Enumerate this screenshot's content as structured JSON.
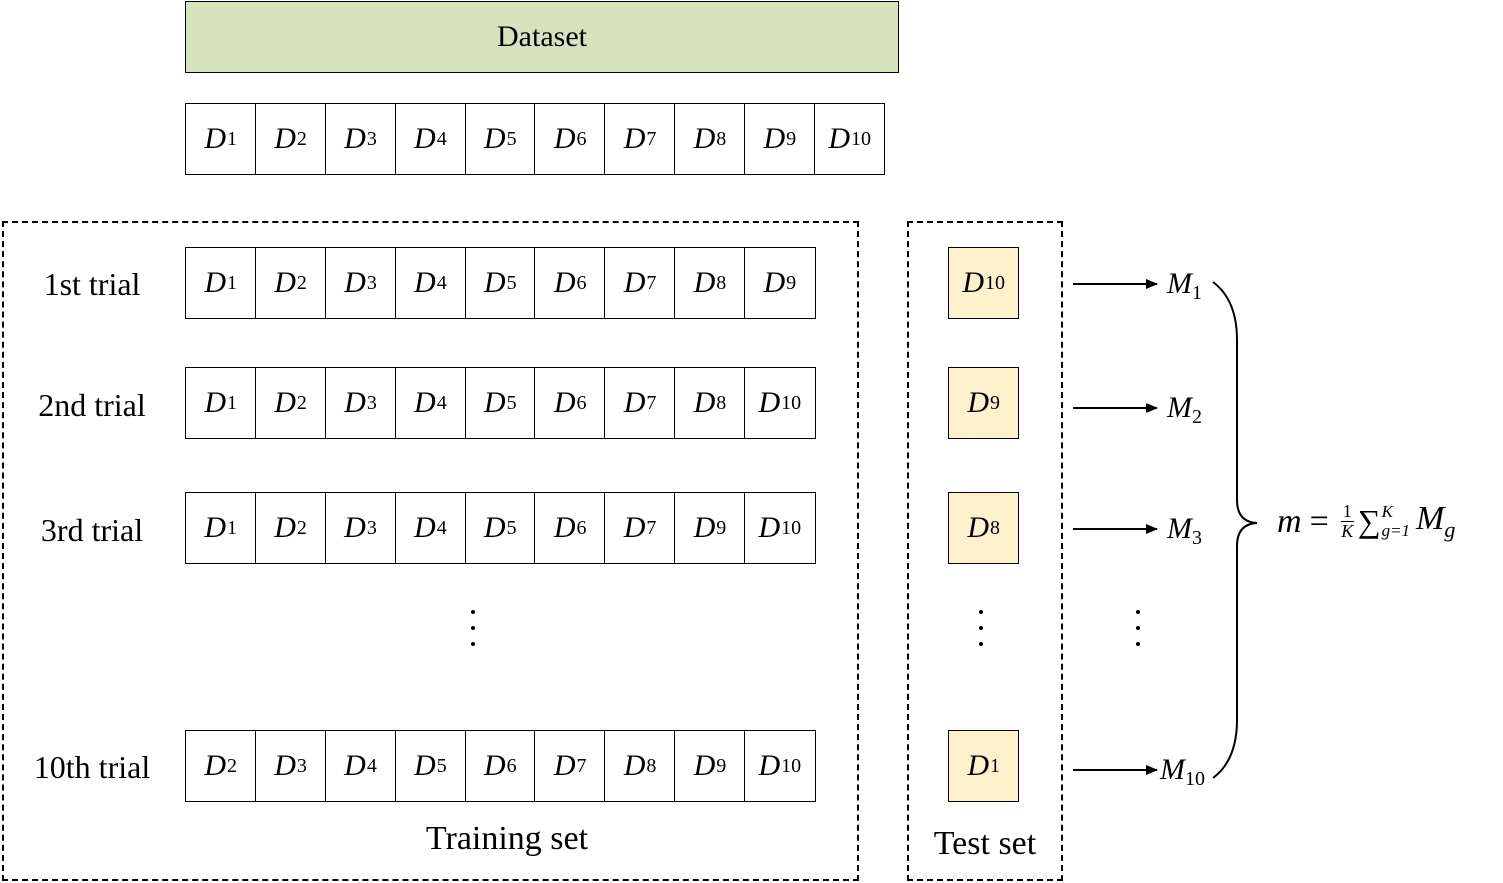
{
  "dataset": {
    "label": "Dataset",
    "folds": [
      {
        "base": "D",
        "sub": "1"
      },
      {
        "base": "D",
        "sub": "2"
      },
      {
        "base": "D",
        "sub": "3"
      },
      {
        "base": "D",
        "sub": "4"
      },
      {
        "base": "D",
        "sub": "5"
      },
      {
        "base": "D",
        "sub": "6"
      },
      {
        "base": "D",
        "sub": "7"
      },
      {
        "base": "D",
        "sub": "8"
      },
      {
        "base": "D",
        "sub": "9"
      },
      {
        "base": "D",
        "sub": "10"
      }
    ],
    "color": "#d6e3bd"
  },
  "trials": [
    {
      "label": "1st trial",
      "train": [
        "1",
        "2",
        "3",
        "4",
        "5",
        "6",
        "7",
        "8",
        "9"
      ],
      "test": "10",
      "model_sub": "1"
    },
    {
      "label": "2nd trial",
      "train": [
        "1",
        "2",
        "3",
        "4",
        "5",
        "6",
        "7",
        "8",
        "10"
      ],
      "test": "9",
      "model_sub": "2"
    },
    {
      "label": "3rd trial",
      "train": [
        "1",
        "2",
        "3",
        "4",
        "5",
        "6",
        "7",
        "9",
        "10"
      ],
      "test": "8",
      "model_sub": "3"
    },
    {
      "label": "10th trial",
      "train": [
        "2",
        "3",
        "4",
        "5",
        "6",
        "7",
        "8",
        "9",
        "10"
      ],
      "test": "1",
      "model_sub": "10"
    }
  ],
  "training_set_label": "Training set",
  "test_set_label": "Test set",
  "test_color": "#fff1cc",
  "model_symbol": "M",
  "fold_symbol": "D",
  "formula": {
    "lhs": "m",
    "eq": "=",
    "frac_num": "1",
    "frac_den": "K",
    "sum": "∑",
    "sum_upper": "K",
    "sum_lower": "g=1",
    "term": "M",
    "term_sub": "g"
  }
}
